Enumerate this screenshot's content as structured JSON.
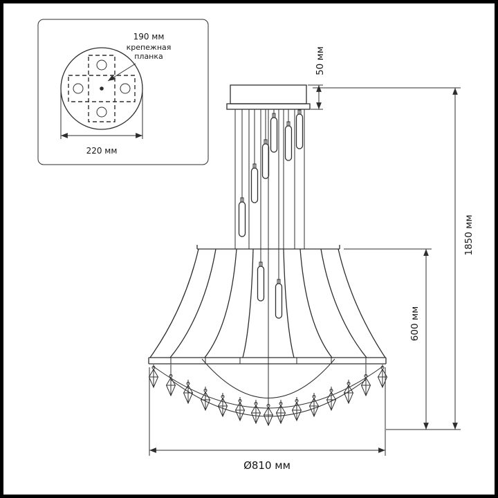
{
  "page": {
    "background": "#ffffff",
    "line_color": "#2d2d2d",
    "border_color": "#000000"
  },
  "inset": {
    "dim_plate_width": "190 мм",
    "bracket_line1": "крепежная",
    "bracket_line2": "планка",
    "dim_base_diameter": "220 мм"
  },
  "dims": {
    "canopy_height": "50 мм",
    "total_height": "1850 мм",
    "body_height": "600 мм",
    "diameter": "Ø810 мм"
  }
}
